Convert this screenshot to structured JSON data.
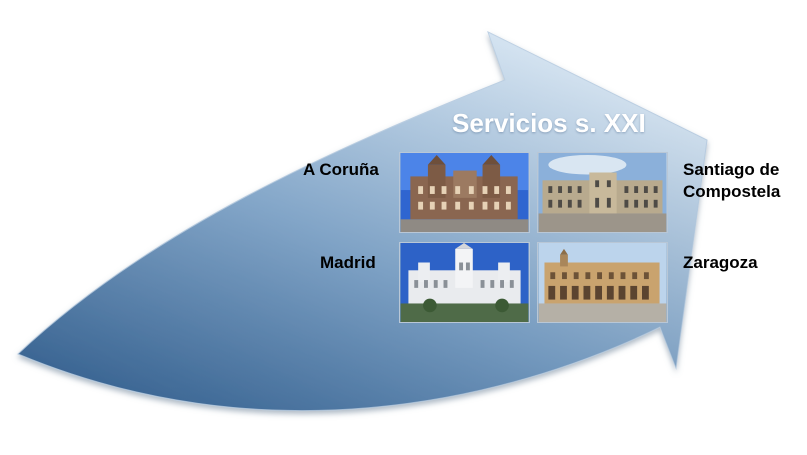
{
  "diagram": {
    "title": "Servicios s. XXI",
    "cities": [
      {
        "label": "A Coruña",
        "photo_icon": "city-hall-photo"
      },
      {
        "label": "Santiago de\nCompostela",
        "photo_icon": "palace-photo"
      },
      {
        "label": "Madrid",
        "photo_icon": "palace-photo"
      },
      {
        "label": "Zaragoza",
        "photo_icon": "city-hall-photo"
      }
    ],
    "colors": {
      "arrow_dark": "#2f5d8f",
      "arrow_mid": "#6f9bc6",
      "arrow_light": "#eaf3fb",
      "title_text": "#ffffff",
      "label_text": "#000000"
    }
  }
}
